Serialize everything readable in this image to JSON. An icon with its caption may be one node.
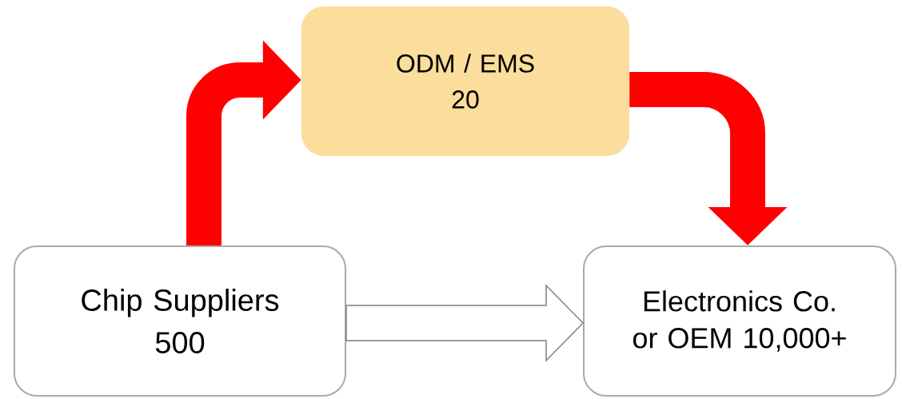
{
  "diagram": {
    "nodes": [
      {
        "text": [
          "ODM / EMS",
          "20"
        ]
      },
      {
        "text": [
          "Chip Suppliers",
          "500"
        ]
      },
      {
        "text": [
          "Electronics Co. or OEM 10,000+"
        ]
      }
    ],
    "edges": [
      {
        "from": 1,
        "to": 0,
        "arrow": "to",
        "color": "#ff0000"
      },
      {
        "from": 0,
        "to": 2,
        "arrow": "to",
        "color": "#ff0000"
      },
      {
        "from": 1,
        "to": 2,
        "arrow": "to"
      }
    ]
  }
}
